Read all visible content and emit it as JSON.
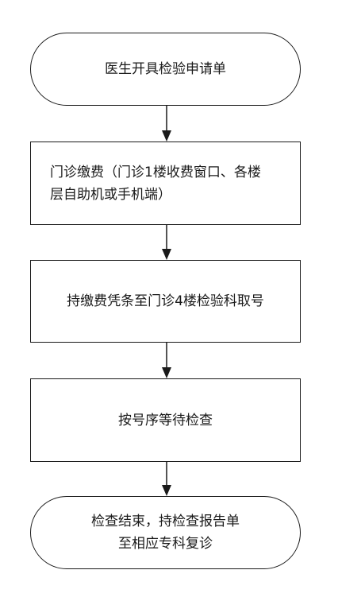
{
  "flowchart": {
    "nodes": [
      {
        "id": "start",
        "shape": "terminal",
        "lines": [
          "医生开具检验申请单"
        ]
      },
      {
        "id": "pay",
        "shape": "process",
        "lines": [
          "门诊缴费（门诊1楼收费窗口、各楼",
          "层自助机或手机端）"
        ]
      },
      {
        "id": "ticket",
        "shape": "process",
        "lines": [
          "持缴费凭条至门诊4楼检验科取号"
        ]
      },
      {
        "id": "wait",
        "shape": "process",
        "lines": [
          "按号序等待检查"
        ]
      },
      {
        "id": "end",
        "shape": "terminal",
        "lines": [
          "检查结束，持检查报告单",
          "至相应专科复诊"
        ]
      }
    ],
    "edges": [
      {
        "from": "start",
        "to": "pay"
      },
      {
        "from": "pay",
        "to": "ticket"
      },
      {
        "from": "ticket",
        "to": "wait"
      },
      {
        "from": "wait",
        "to": "end"
      }
    ],
    "colors": {
      "stroke": "#1a1a1a",
      "fill": "#ffffff",
      "text": "#1a1a1a"
    }
  }
}
